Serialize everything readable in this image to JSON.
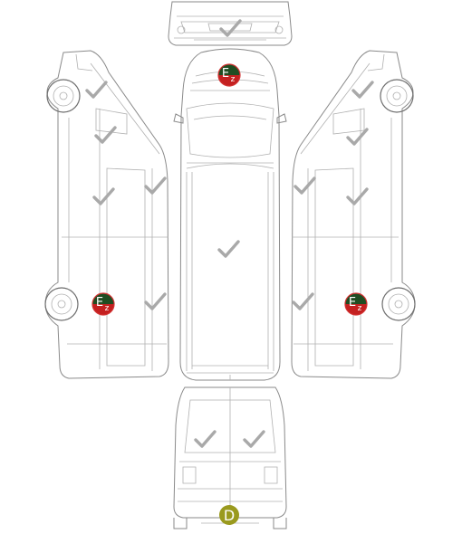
{
  "diagram": {
    "views": [
      "front",
      "top",
      "left-side",
      "right-side",
      "rear"
    ]
  },
  "markers": {
    "ez_label": "E",
    "ez_sub": "z",
    "d_label": "D"
  },
  "colors": {
    "outline": "#8a8a8a",
    "check": "#a9a9a9",
    "ez_top": "#1f4d22",
    "ez_bottom": "#c42020",
    "ez_ring": "#d23232",
    "d_badge": "#9a9a1e"
  }
}
